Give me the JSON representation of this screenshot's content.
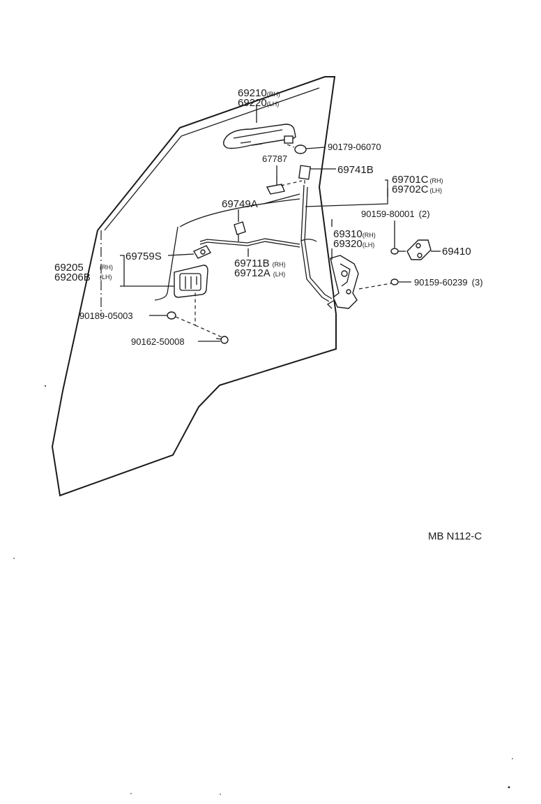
{
  "parts": {
    "outside_handle_rh": "69210",
    "outside_handle_lh": "69220",
    "nut": "90179-06070",
    "pad": "67787",
    "clip_741": "69741B",
    "rod_701_rh": "69701C",
    "rod_702_lh": "69702C",
    "clip_749": "69749A",
    "screw_80001": "90159-80001",
    "screw_80001_qty": "(2)",
    "lock_rh": "69310",
    "lock_lh": "69320",
    "striker": "69410",
    "clip_759": "69759S",
    "rod_711_rh": "69711B",
    "rod_712_lh": "69712A",
    "inside_handle_rh": "69205",
    "inside_handle_lh": "69206B",
    "screw_60239": "90159-60239",
    "screw_60239_qty": "(3)",
    "screw_05003": "90189-05003",
    "screw_50008": "90162-50008"
  },
  "side": {
    "rh": "(RH)",
    "lh": "(LH)"
  },
  "diagram_code": "MB N112-C"
}
